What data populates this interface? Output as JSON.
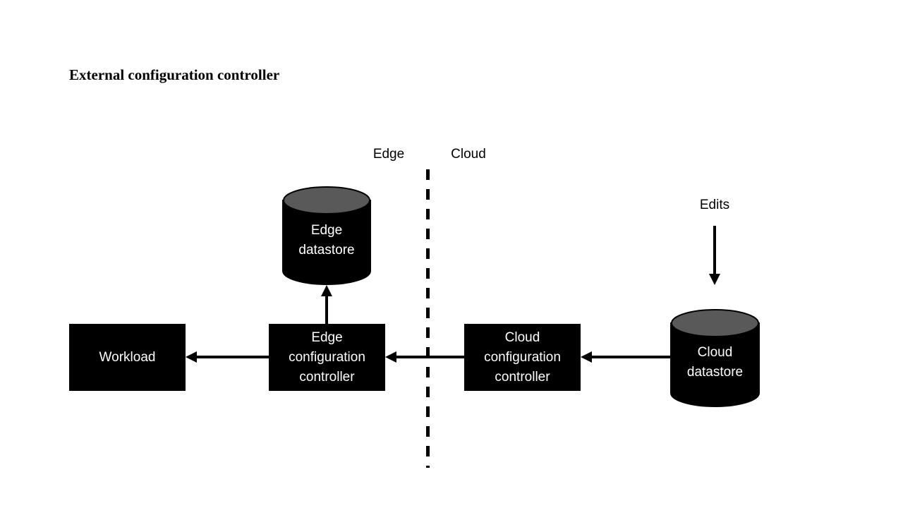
{
  "diagram": {
    "title": "External configuration controller",
    "zones": {
      "left_label": "Edge",
      "right_label": "Cloud"
    },
    "nodes": {
      "workload": {
        "label": "Workload",
        "type": "process"
      },
      "edge_config_controller": {
        "label": "Edge configuration controller",
        "type": "process"
      },
      "cloud_config_controller": {
        "label": "Cloud configuration controller",
        "type": "process"
      },
      "edge_datastore": {
        "label": "Edge datastore",
        "type": "datastore-cylinder"
      },
      "cloud_datastore": {
        "label": "Cloud datastore",
        "type": "datastore-cylinder"
      }
    },
    "annotations": {
      "edits_label": "Edits"
    },
    "edges": [
      {
        "from": "edits-annotation",
        "to": "cloud_datastore",
        "direction": "down"
      },
      {
        "from": "cloud_datastore",
        "to": "cloud_config_controller",
        "direction": "left"
      },
      {
        "from": "cloud_config_controller",
        "to": "edge_config_controller",
        "direction": "left",
        "crosses": "edge-cloud-divider"
      },
      {
        "from": "edge_config_controller",
        "to": "workload",
        "direction": "left"
      },
      {
        "from": "edge_config_controller",
        "to": "edge_datastore",
        "direction": "up"
      }
    ],
    "colors": {
      "background": "#ffffff",
      "node_fill": "#000000",
      "node_text": "#ffffff",
      "cylinder_top": "#595959",
      "line": "#000000",
      "text": "#000000"
    }
  }
}
